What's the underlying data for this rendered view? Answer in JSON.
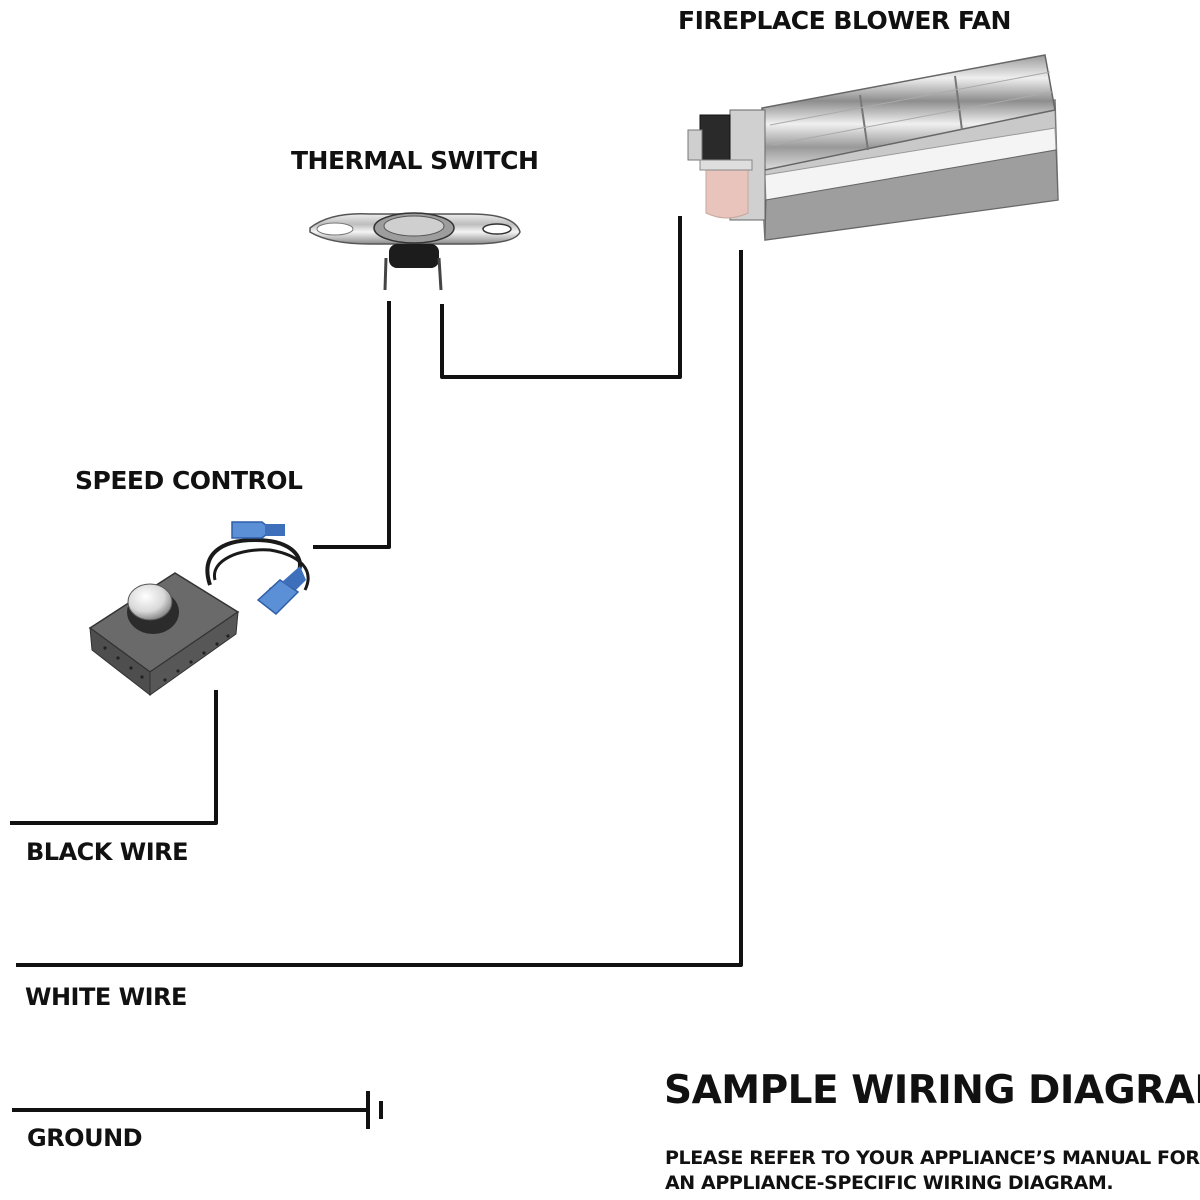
{
  "components": {
    "fan": {
      "label": "FIREPLACE BLOWER FAN",
      "icon": "blower-fan-icon"
    },
    "thermal_switch": {
      "label": "THERMAL SWITCH",
      "icon": "thermal-switch-icon"
    },
    "speed_control": {
      "label": "SPEED CONTROL",
      "icon": "speed-control-icon"
    }
  },
  "wires": {
    "black": {
      "label": "BLACK WIRE"
    },
    "white": {
      "label": "WHITE WIRE"
    },
    "ground": {
      "label": "GROUND",
      "symbol": "ground-symbol-icon"
    }
  },
  "footer": {
    "title": "SAMPLE WIRING DIAGRAM",
    "note_line1": "PLEASE REFER TO YOUR APPLIANCE’S MANUAL FOR",
    "note_line2": "AN APPLIANCE-SPECIFIC WIRING DIAGRAM."
  },
  "colors": {
    "wire": "#111111",
    "connector_blue": "#5b8fd6",
    "terminal_pink": "#e8c4bc",
    "metal": "#b8b8b8"
  }
}
